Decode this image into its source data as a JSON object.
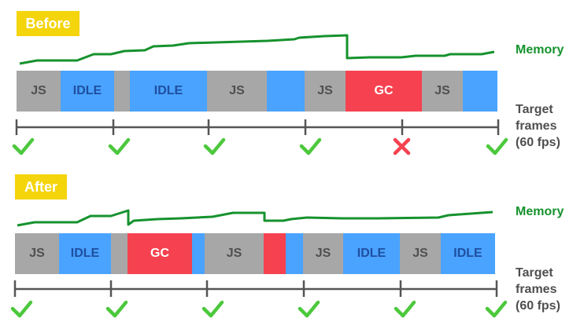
{
  "sections": [
    {
      "title": "Before",
      "memory_label": "Memory",
      "frames_label": [
        "Target",
        "frames",
        "(60 fps)"
      ],
      "segments": [
        {
          "label": "JS",
          "kind": "js",
          "w": 56
        },
        {
          "label": "IDLE",
          "kind": "idle",
          "w": 68
        },
        {
          "label": "",
          "kind": "js",
          "w": 20
        },
        {
          "label": "IDLE",
          "kind": "idle",
          "w": 98
        },
        {
          "label": "JS",
          "kind": "js",
          "w": 76
        },
        {
          "label": "",
          "kind": "idle",
          "w": 48
        },
        {
          "label": "JS",
          "kind": "js",
          "w": 52
        },
        {
          "label": "GC",
          "kind": "gc",
          "w": 97
        },
        {
          "label": "JS",
          "kind": "js",
          "w": 52
        },
        {
          "label": "",
          "kind": "idle",
          "w": 44
        }
      ],
      "frame_results": [
        "pass",
        "pass",
        "pass",
        "pass",
        "fail",
        "pass"
      ]
    },
    {
      "title": "After",
      "memory_label": "Memory",
      "frames_label": [
        "Target",
        "frames",
        "(60 fps)"
      ],
      "segments": [
        {
          "label": "JS",
          "kind": "js",
          "w": 56
        },
        {
          "label": "IDLE",
          "kind": "idle",
          "w": 66
        },
        {
          "label": "",
          "kind": "js",
          "w": 21
        },
        {
          "label": "GC",
          "kind": "gc",
          "w": 82
        },
        {
          "label": "",
          "kind": "idle",
          "w": 16
        },
        {
          "label": "JS",
          "kind": "js",
          "w": 75
        },
        {
          "label": "",
          "kind": "gc",
          "w": 28
        },
        {
          "label": "",
          "kind": "idle",
          "w": 22
        },
        {
          "label": "JS",
          "kind": "js",
          "w": 51
        },
        {
          "label": "IDLE",
          "kind": "idle",
          "w": 72
        },
        {
          "label": "JS",
          "kind": "js",
          "w": 52
        },
        {
          "label": "IDLE",
          "kind": "idle",
          "w": 69
        }
      ],
      "frame_results": [
        "pass",
        "pass",
        "pass",
        "pass",
        "pass",
        "pass"
      ]
    }
  ],
  "colors": {
    "memory_line": "#16922e",
    "js": "#a7a7a7",
    "idle": "#4aa3ff",
    "gc": "#f64250",
    "check": "#4cc83c",
    "cross": "#f64250",
    "timeline": "#555555",
    "tag": "#f4d40b"
  },
  "icons": [
    "check-icon",
    "cross-icon"
  ]
}
